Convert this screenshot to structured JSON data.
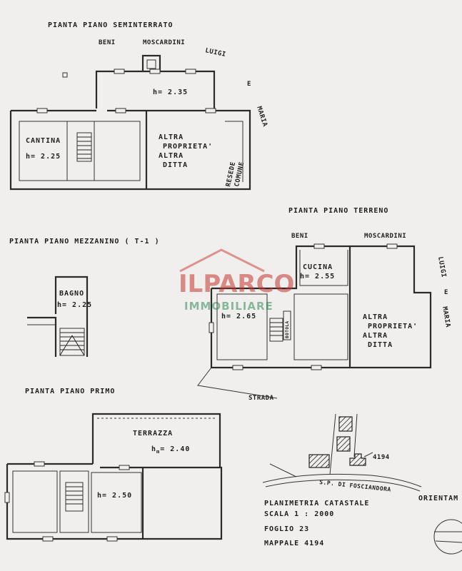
{
  "basement": {
    "title": "PIANTA  PIANO  SEMINTERRATO",
    "neighbor_beni": "BENI",
    "neighbor_moscardini": "MOSCARDINI",
    "neighbor_luigi": "LUIGI",
    "neighbor_e": "E",
    "neighbor_maria": "MARIA",
    "height_top": "h= 2.35",
    "cantina": "CANTINA",
    "cantina_height": "h= 2.25",
    "altra_1": "ALTRA",
    "altra_2": "PROPRIETA'",
    "altra_3": "ALTRA",
    "altra_4": "DITTA",
    "resede_1": "RESEDE",
    "resede_2": "COMUNE"
  },
  "ground": {
    "title": "PIANTA  PIANO  TERRENO",
    "neighbor_beni": "BENI",
    "neighbor_moscardini": "MOSCARDINI",
    "neighbor_luigi": "LUIGI",
    "neighbor_e": "E",
    "neighbor_maria": "MARIA",
    "cucina": "CUCINA",
    "cucina_height": "h= 2.55",
    "room_height": "h= 2.65",
    "altra_1": "ALTRA",
    "altra_2": "PROPRIETA'",
    "altra_3": "ALTRA",
    "altra_4": "DITTA",
    "strada": "STRADA",
    "box_label": "BOTOLA"
  },
  "mezzanine": {
    "title": "PIANTA  PIANO  MEZZANINO ( T-1 )",
    "bagno": "BAGNO",
    "bagno_height": "h= 2.25"
  },
  "first": {
    "title": "PIANTA  PIANO  PRIMO",
    "terrazza": "TERRAZZA",
    "terrazza_height": "h = 2.40",
    "terrazza_h_prefix": "h",
    "terrazza_h_sub": "m",
    "terrazza_h_value": "= 2.40",
    "room_height": "h= 2.50"
  },
  "location": {
    "mappale_label": "4194",
    "road": "S.P. DI FOSCIANDORA",
    "orient": "ORIENTAM"
  },
  "cadastral": {
    "line1": "PLANIMETRIA CATASTALE",
    "line2": "SCALA    1 : 2000",
    "line3": "FOGLIO   23",
    "line4": "MAPPALE  4194"
  },
  "watermark": {
    "main": "ILPARCO",
    "sub": "IMMOBILIARE"
  },
  "colors": {
    "paper": "#f1efee",
    "watermark_red": "#c7372e",
    "watermark_green": "#2f8a57"
  }
}
